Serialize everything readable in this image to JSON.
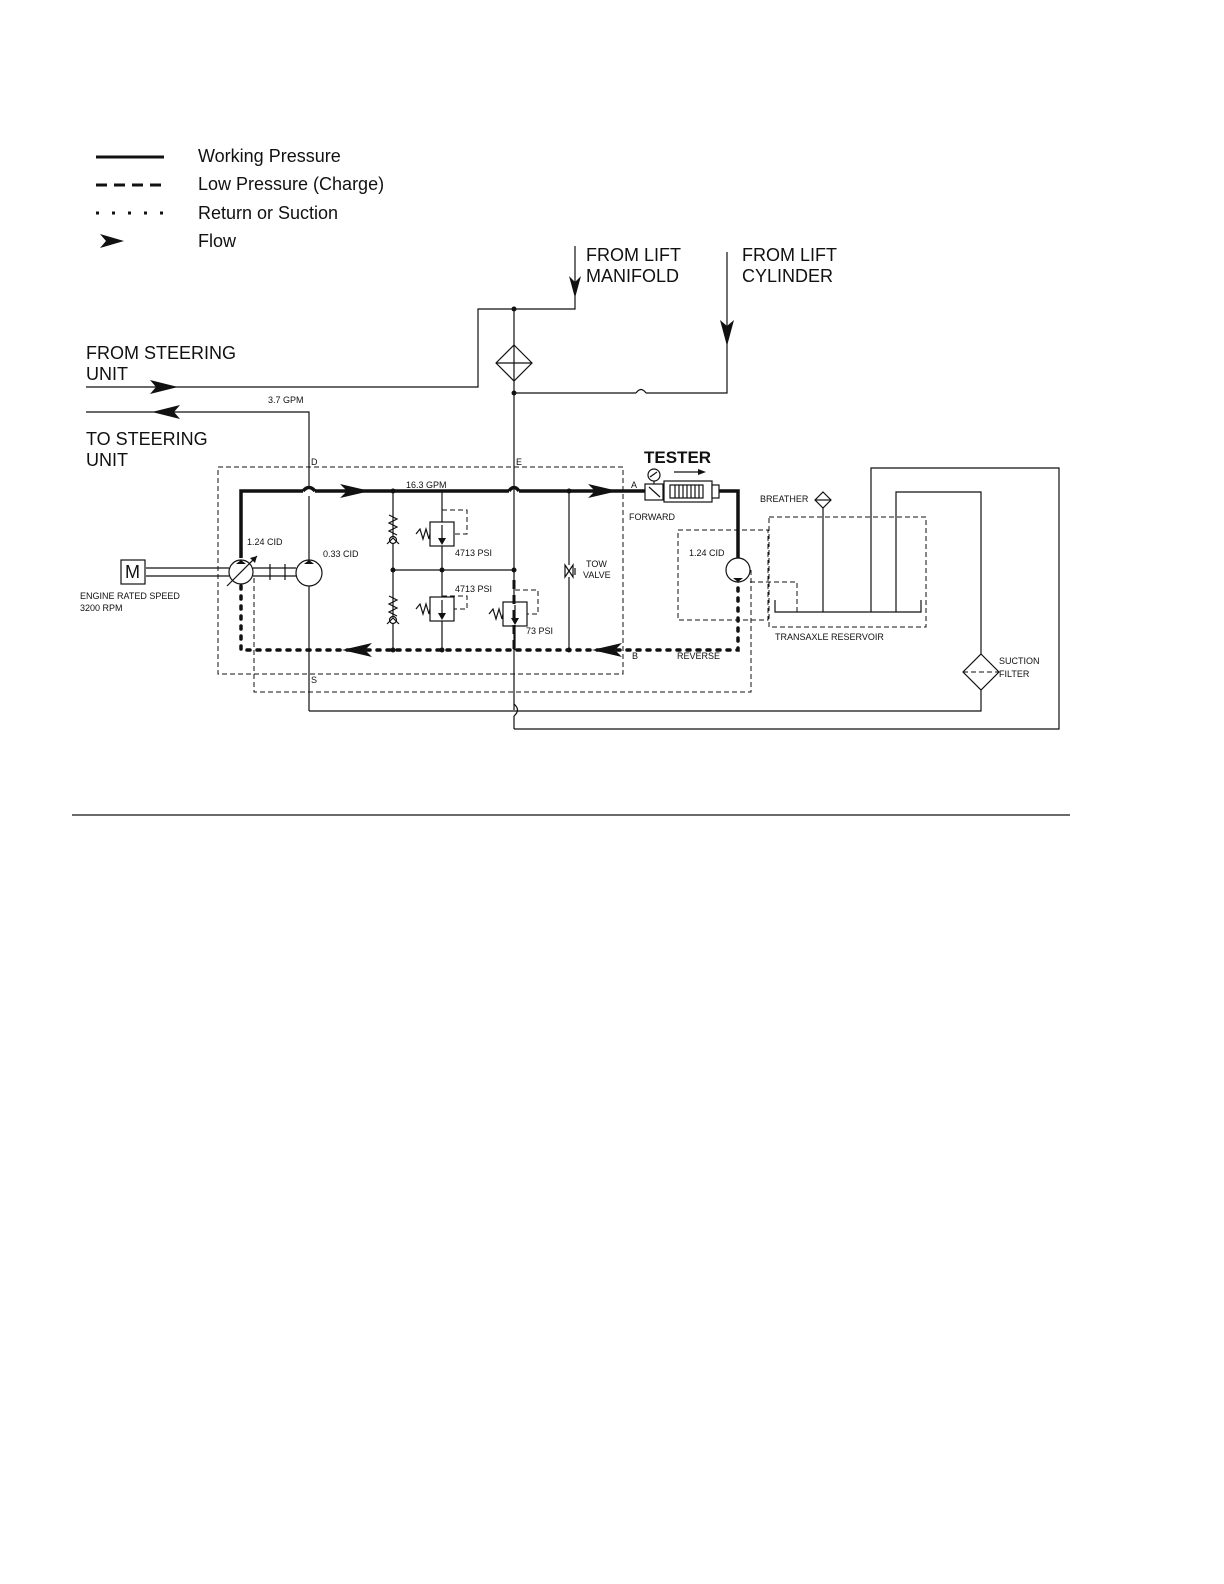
{
  "legend": {
    "working_pressure": "Working Pressure",
    "low_pressure": "Low  Pressure  (Charge)",
    "return_suction": "Return or Suction",
    "flow": "Flow"
  },
  "labels": {
    "from_lift_manifold_1": "FROM LIFT",
    "from_lift_manifold_2": "MANIFOLD",
    "from_lift_cylinder_1": "FROM LIFT",
    "from_lift_cylinder_2": "CYLINDER",
    "from_steering_1": "FROM STEERING",
    "from_steering_2": "UNIT",
    "to_steering_1": "TO STEERING",
    "to_steering_2": "UNIT",
    "flow_steering": "3.7 GPM",
    "flow_main": "16.3 GPM",
    "port_d": "D",
    "port_e": "E",
    "port_a": "A",
    "port_b": "B",
    "port_s": "S",
    "tester": "TESTER",
    "forward": "FORWARD",
    "reverse": "REVERSE",
    "breather": "BREATHER",
    "pump_main": "1.24  CID",
    "pump_charge": "0.33 CID",
    "motor": "1.24 CID",
    "relief_1": "4713 PSI",
    "relief_2": "4713 PSI",
    "charge_relief": "73 PSI",
    "tow_valve_1": "TOW",
    "tow_valve_2": "VALVE",
    "engine_1": "ENGINE RATED SPEED",
    "engine_2": "3200 RPM",
    "engine_symbol": "M",
    "reservoir": "TRANSAXLE RESERVOIR",
    "suction_filter_1": "SUCTION",
    "suction_filter_2": "FILTER"
  }
}
